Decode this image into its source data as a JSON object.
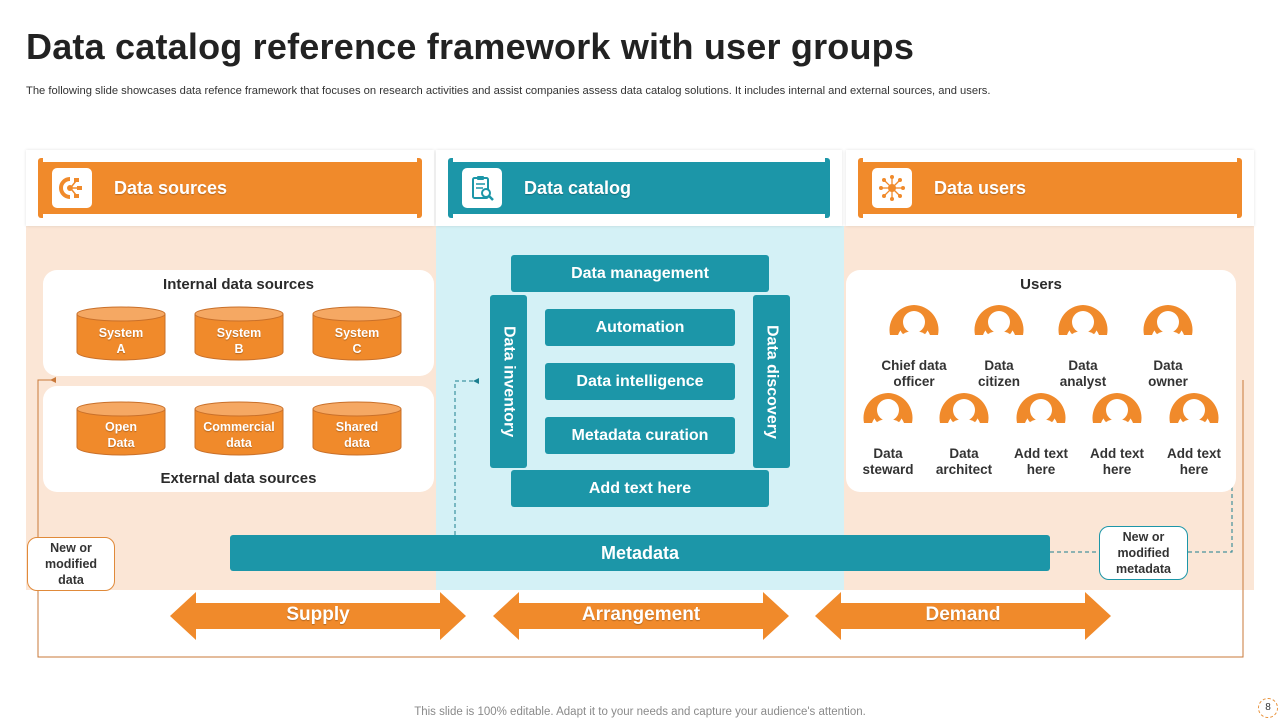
{
  "title": "Data catalog reference framework with user groups",
  "subtitle": "The following slide showcases data refence framework that focuses on research activities and assist companies assess data catalog solutions. It includes internal and external sources, and users.",
  "footer": "This slide is 100% editable. Adapt it to your needs and capture your audience's attention.",
  "page_number": "8",
  "colors": {
    "orange": "#f08a2b",
    "teal": "#1c96a8",
    "peach_bg": "#fbe6d6",
    "light_teal_bg": "#d4f1f6"
  },
  "columns": {
    "sources": {
      "label": "Data sources",
      "icon": "gear-network-icon"
    },
    "catalog": {
      "label": "Data catalog",
      "icon": "clipboard-search-icon"
    },
    "users": {
      "label": "Data users",
      "icon": "network-hub-icon"
    }
  },
  "sources": {
    "internal_title": "Internal data sources",
    "internal": [
      {
        "line1": "System",
        "line2": "A"
      },
      {
        "line1": "System",
        "line2": "B"
      },
      {
        "line1": "System",
        "line2": "C"
      }
    ],
    "external_title": "External data sources",
    "external": [
      {
        "line1": "Open",
        "line2": "Data"
      },
      {
        "line1": "Commercial",
        "line2": "data"
      },
      {
        "line1": "Shared",
        "line2": "data"
      }
    ]
  },
  "catalog": {
    "top": "Data management",
    "left": "Data inventory",
    "right": "Data discovery",
    "center": [
      "Automation",
      "Data intelligence",
      "Metadata curation"
    ],
    "bottom": "Add text here"
  },
  "users": {
    "title": "Users",
    "row1": [
      {
        "line1": "Chief data",
        "line2": "officer"
      },
      {
        "line1": "Data",
        "line2": "citizen"
      },
      {
        "line1": "Data",
        "line2": "analyst"
      },
      {
        "line1": "Data",
        "line2": "owner"
      }
    ],
    "row2": [
      {
        "line1": "Data",
        "line2": "steward"
      },
      {
        "line1": "Data",
        "line2": "architect"
      },
      {
        "line1": "Add text",
        "line2": "here"
      },
      {
        "line1": "Add text",
        "line2": "here"
      },
      {
        "line1": "Add text",
        "line2": "here"
      }
    ]
  },
  "metadata": "Metadata",
  "callouts": {
    "left": {
      "line1": "New or",
      "line2": "modified",
      "line3": "data"
    },
    "right": {
      "line1": "New or",
      "line2": "modified",
      "line3": "metadata"
    }
  },
  "stages": [
    "Supply",
    "Arrangement",
    "Demand"
  ]
}
